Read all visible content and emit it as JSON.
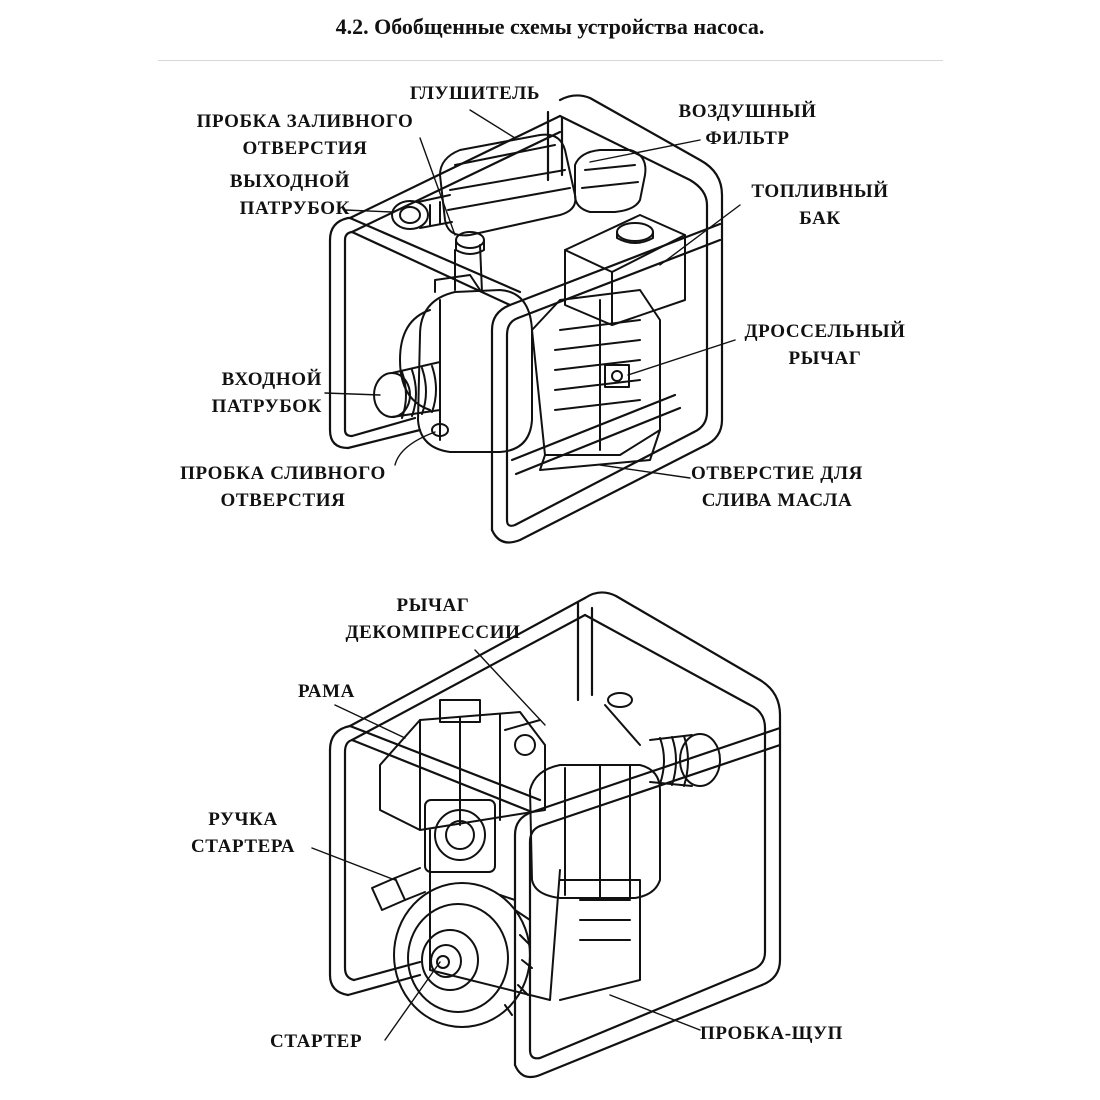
{
  "title": "4.2. Обобщенные схемы устройства насоса.",
  "diagram1": {
    "labels": {
      "muffler": [
        "ГЛУШИТЕЛЬ"
      ],
      "fill_plug": [
        "ПРОБКА ЗАЛИВНОГО",
        "ОТВЕРСТИЯ"
      ],
      "outlet": [
        "ВЫХОДНОЙ",
        "ПАТРУБОК"
      ],
      "air_filter": [
        "ВОЗДУШНЫЙ",
        "ФИЛЬТР"
      ],
      "fuel_tank": [
        "ТОПЛИВНЫЙ",
        "БАК"
      ],
      "throttle": [
        "ДРОССЕЛЬНЫЙ",
        "РЫЧАГ"
      ],
      "inlet": [
        "ВХОДНОЙ",
        "ПАТРУБОК"
      ],
      "drain_plug": [
        "ПРОБКА СЛИВНОГО",
        "ОТВЕРСТИЯ"
      ],
      "oil_drain": [
        "ОТВЕРСТИЕ ДЛЯ",
        "СЛИВА МАСЛА"
      ]
    }
  },
  "diagram2": {
    "labels": {
      "decomp_lever": [
        "РЫЧАГ",
        "ДЕКОМПРЕССИИ"
      ],
      "frame": [
        "РАМА"
      ],
      "starter_handle": [
        "РУЧКА",
        "СТАРТЕРА"
      ],
      "starter": [
        "СТАРТЕР"
      ],
      "dipstick": [
        "ПРОБКА-ЩУП"
      ]
    }
  },
  "colors": {
    "ink": "#111111",
    "rule": "#d8d8d8",
    "background": "#ffffff"
  }
}
